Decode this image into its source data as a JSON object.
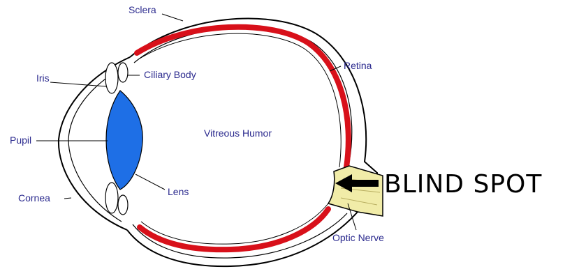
{
  "labels": {
    "sclera": "Sclera",
    "iris": "Iris",
    "ciliary_body": "Ciliary Body",
    "retina": "Retina",
    "pupil": "Pupil",
    "vitreous_humor": "Vitreous Humor",
    "cornea": "Cornea",
    "lens": "Lens",
    "optic_nerve": "Optic Nerve",
    "blind_spot": "BLIND SPOT"
  },
  "colors": {
    "label_text": "#2b2a8e",
    "retina": "#d8101a",
    "lens": "#1e6fe6",
    "optic_nerve": "#f1eca8",
    "outline": "#000000",
    "callout_text": "#000000"
  }
}
